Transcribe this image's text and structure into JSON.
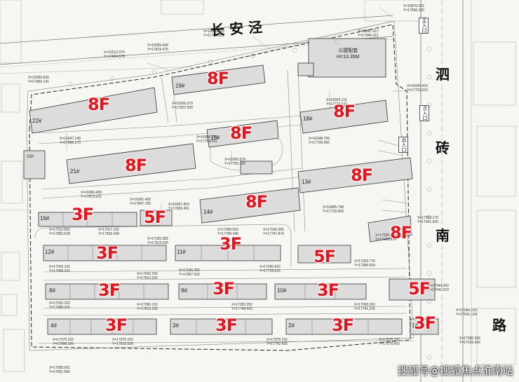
{
  "roads": {
    "north": "长 安 泾",
    "east_chars": [
      "泗",
      "砖",
      "南",
      "路"
    ]
  },
  "buildings": [
    {
      "id": "b8f-top",
      "num": "19#",
      "floor": "8F"
    },
    {
      "id": "b8f-22",
      "num": "22#",
      "floor": "8F"
    },
    {
      "id": "b8f-18",
      "num": "18#",
      "floor": "8F"
    },
    {
      "id": "b8f-15",
      "num": "15#",
      "floor": "8F"
    },
    {
      "id": "b8f-21",
      "num": "21#",
      "floor": "8F"
    },
    {
      "id": "b8f-13",
      "num": "13#",
      "floor": "8F"
    },
    {
      "id": "b8f-14",
      "num": "14#",
      "floor": "8F"
    },
    {
      "id": "b8f-e",
      "num": "",
      "floor": "8F"
    },
    {
      "id": "b3f-16",
      "num": "16#",
      "floor": "3F"
    },
    {
      "id": "b5f-w",
      "num": "",
      "floor": "5F"
    },
    {
      "id": "b3f-12",
      "num": "12#",
      "floor": "3F"
    },
    {
      "id": "b3f-11",
      "num": "11#",
      "floor": "3F"
    },
    {
      "id": "b5f-c",
      "num": "",
      "floor": "5F"
    },
    {
      "id": "b3f-8",
      "num": "8#",
      "floor": "3F"
    },
    {
      "id": "b3f-9",
      "num": "9#",
      "floor": "3F"
    },
    {
      "id": "b3f-10",
      "num": "10#",
      "floor": "3F"
    },
    {
      "id": "b5f-e",
      "num": "",
      "floor": "5F"
    },
    {
      "id": "b3f-4",
      "num": "4#",
      "floor": "3F"
    },
    {
      "id": "b3f-3",
      "num": "3#",
      "floor": "3F"
    },
    {
      "id": "b3f-2",
      "num": "2#",
      "floor": "3F"
    },
    {
      "id": "b3f-1",
      "num": "1#",
      "floor": "3F"
    }
  ],
  "club": {
    "label": "公建配套",
    "height": "H=13.35M"
  },
  "ktv_label": "15#",
  "gates": [
    "主入口",
    "次入口",
    "出入口"
  ],
  "watermark": "搜狐号@搜狐焦点淮南站"
}
